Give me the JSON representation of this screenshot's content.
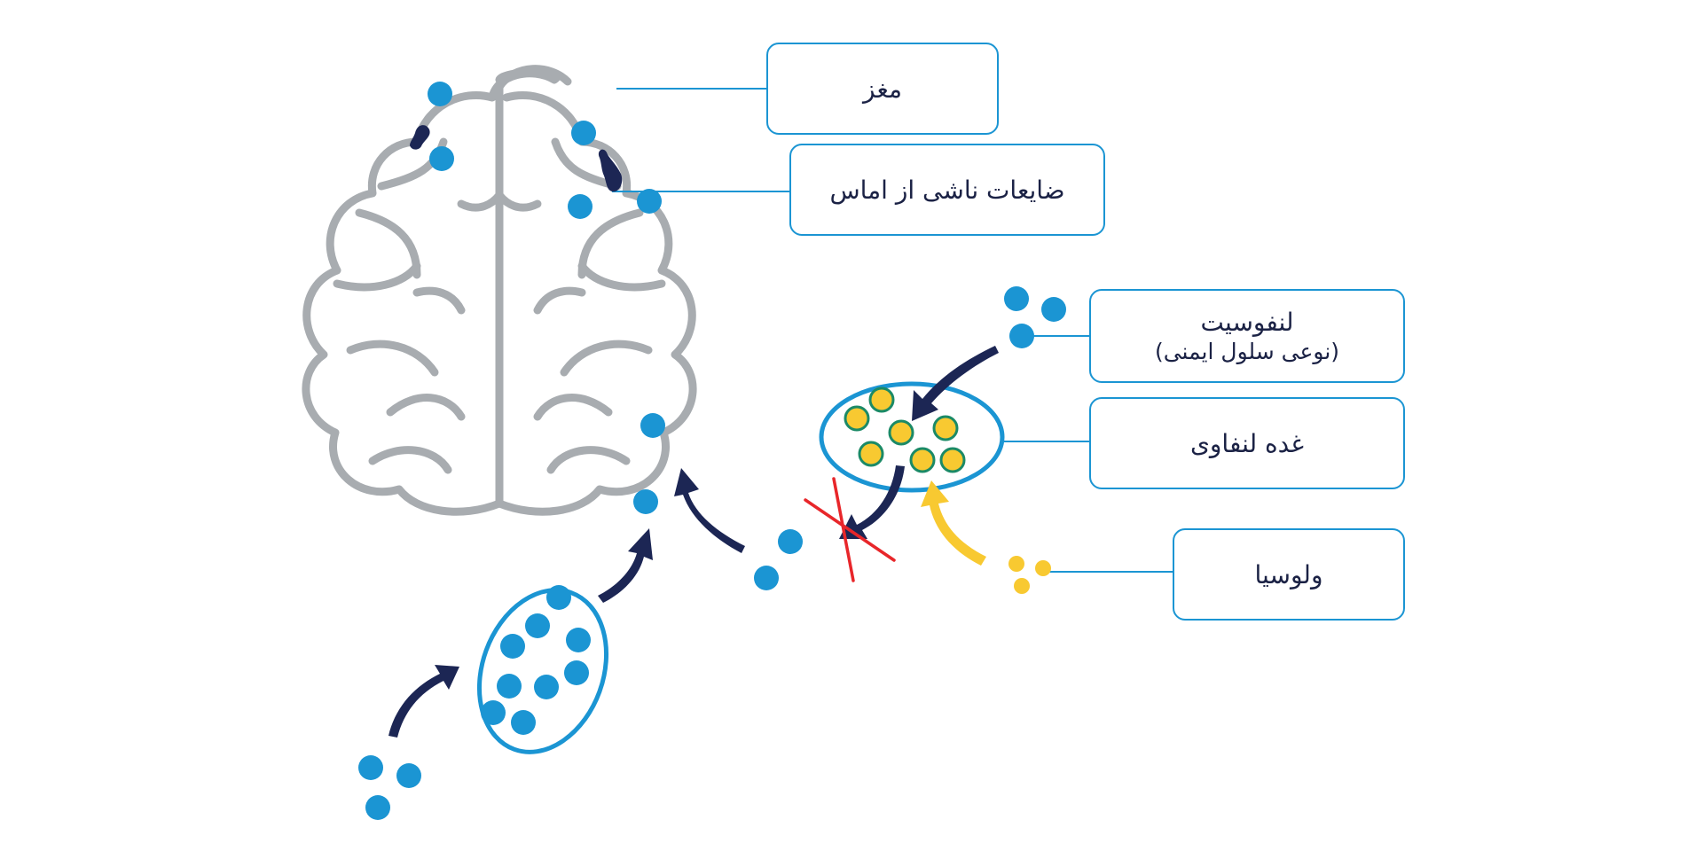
{
  "labels": {
    "brain": "مغز",
    "lesions": "ضایعات ناشی از اماس",
    "lymphocyte": "لنفوسیت",
    "lymphocyte_note": "(نوعی سلول ایمنی)",
    "lymph_node": "غده لنفاوی",
    "vedolizumab": "ولوسیا"
  },
  "colors": {
    "immune_cell": "#1b95d3",
    "brain_outline": "#a8acb0",
    "lesion": "#1c2654",
    "arrow": "#1c2654",
    "drug": "#f8c931",
    "drug_arrow": "#f8c931",
    "node_cell_outline": "#1b8a66",
    "block_mark": "#e8262a",
    "box_border": "#1b95d3"
  },
  "icons": {
    "brain": "brain-icon",
    "lesion": "lesion-icon",
    "cell": "lymphocyte-cell-icon",
    "block": "blocked-x-icon"
  }
}
